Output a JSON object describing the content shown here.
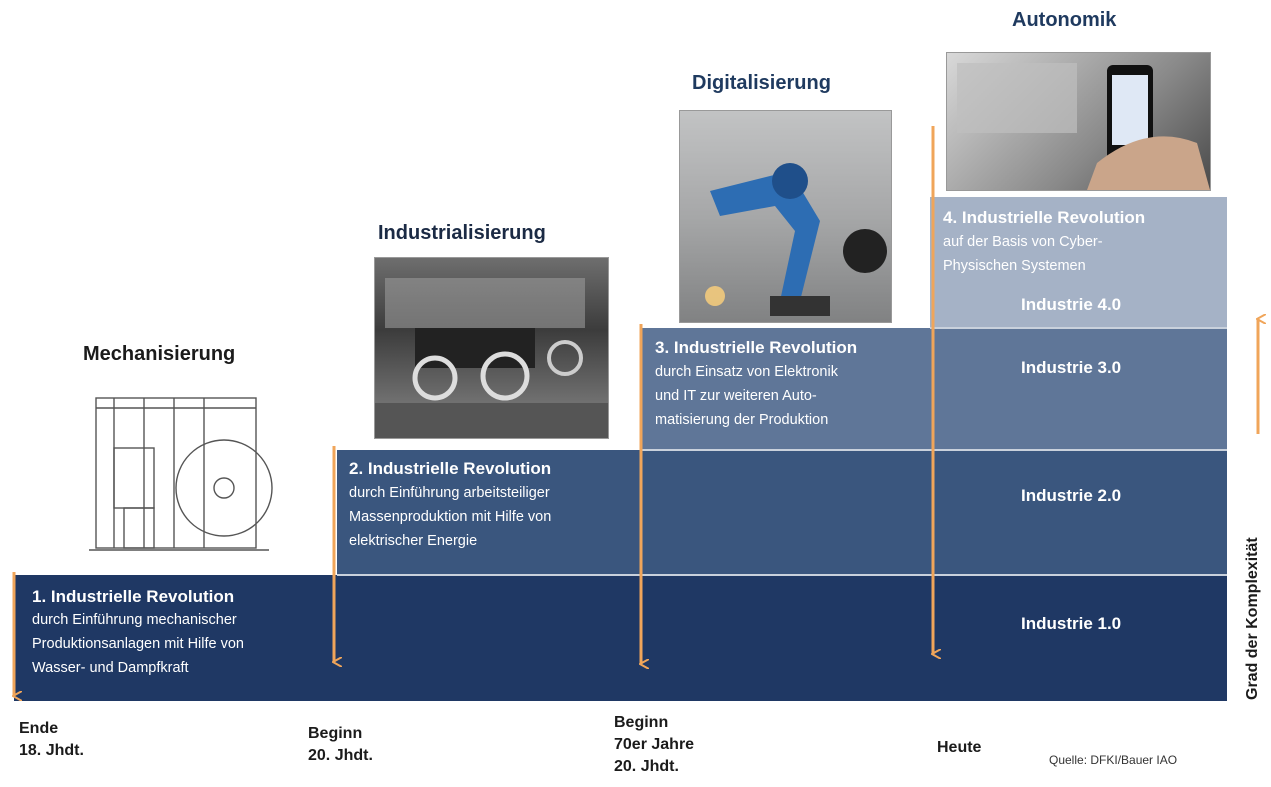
{
  "phases": [
    {
      "name": "Mechanisierung",
      "revolution_title": "1. Industrielle Revolution",
      "revolution_text": [
        "durch Einführung mechanischer",
        "Produktionsanlagen mit Hilfe von",
        "Wasser- und Dampfkraft"
      ],
      "industrie": "Industrie 1.0",
      "time": [
        "Ende",
        "18. Jhdt."
      ]
    },
    {
      "name": "Industrialisierung",
      "revolution_title": "2. Industrielle Revolution",
      "revolution_text": [
        "durch Einführung arbeitsteiliger",
        "Massenproduktion mit Hilfe von",
        "elektrischer Energie"
      ],
      "industrie": "Industrie 2.0",
      "time": [
        "Beginn",
        "20. Jhdt."
      ]
    },
    {
      "name": "Digitalisierung",
      "revolution_title": "3. Industrielle Revolution",
      "revolution_text": [
        "durch Einsatz von Elektronik",
        "und IT zur weiteren Auto-",
        "matisierung der Produktion"
      ],
      "industrie": "Industrie 3.0",
      "time": [
        "Beginn",
        "70er Jahre",
        "20. Jhdt."
      ]
    },
    {
      "name": "Autonomik",
      "revolution_title": "4. Industrielle Revolution",
      "revolution_text": [
        "auf der Basis von Cyber-",
        "Physischen Systemen"
      ],
      "industrie": "Industrie 4.0",
      "time": [
        "Heute"
      ]
    }
  ],
  "y_axis_label": "Grad der Komplexität",
  "source": "Quelle: DFKI/Bauer IAO",
  "colors": {
    "band1": "#1f3864",
    "band2": "#3a567e",
    "band3": "#5f7698",
    "band4": "#a5b2c6",
    "arrow": "#f0a55a"
  }
}
